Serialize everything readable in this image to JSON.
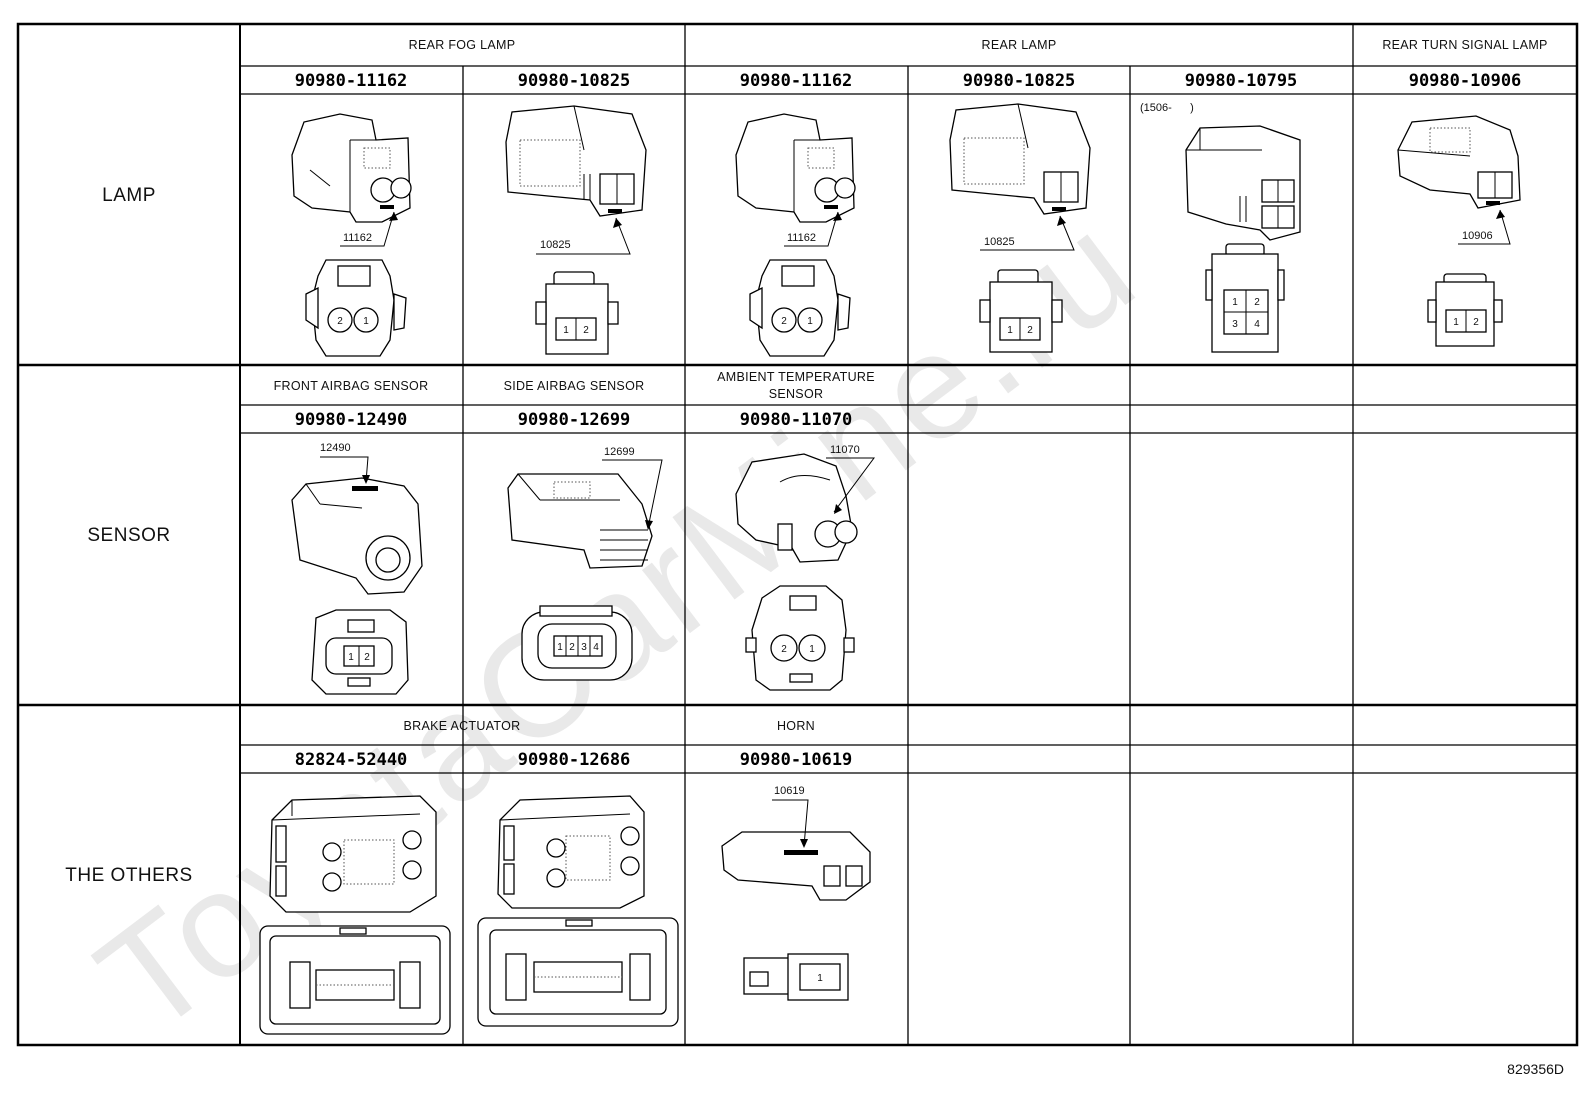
{
  "watermark": "ToyotaCarMine.ru",
  "diagram_id": "829356D",
  "rows": [
    {
      "category": "LAMP",
      "groups": [
        {
          "title": "REAR FOG LAMP"
        },
        {
          "title": "REAR LAMP"
        },
        {
          "title": "REAR TURN SIGNAL LAMP"
        }
      ],
      "connectors": [
        {
          "part_number": "90980-11162",
          "tag": "11162",
          "pins": [
            "2",
            "1"
          ]
        },
        {
          "part_number": "90980-10825",
          "tag": "10825",
          "pins": [
            "1",
            "2"
          ]
        },
        {
          "part_number": "90980-11162",
          "tag": "11162",
          "pins": [
            "2",
            "1"
          ]
        },
        {
          "part_number": "90980-10825",
          "tag": "10825",
          "pins": [
            "1",
            "2"
          ]
        },
        {
          "part_number": "90980-10795",
          "note": "(1506-      )",
          "pins": [
            "1",
            "2",
            "3",
            "4"
          ]
        },
        {
          "part_number": "90980-10906",
          "tag": "10906",
          "pins": [
            "1",
            "2"
          ]
        }
      ]
    },
    {
      "category": "SENSOR",
      "groups": [
        {
          "title": "FRONT AIRBAG SENSOR"
        },
        {
          "title": "SIDE AIRBAG SENSOR"
        },
        {
          "title_lines": [
            "AMBIENT TEMPERATURE",
            "SENSOR"
          ]
        }
      ],
      "connectors": [
        {
          "part_number": "90980-12490",
          "tag": "12490",
          "pins": [
            "1",
            "2"
          ]
        },
        {
          "part_number": "90980-12699",
          "tag": "12699",
          "pins": [
            "1",
            "2",
            "3",
            "4"
          ]
        },
        {
          "part_number": "90980-11070",
          "tag": "11070",
          "pins": [
            "2",
            "1"
          ]
        }
      ]
    },
    {
      "category": "THE OTHERS",
      "groups": [
        {
          "title": "BRAKE ACTUATOR"
        },
        {
          "title": "HORN"
        }
      ],
      "connectors": [
        {
          "part_number": "82824-52440"
        },
        {
          "part_number": "90980-12686"
        },
        {
          "part_number": "90980-10619",
          "tag": "10619",
          "pins": [
            "1"
          ]
        }
      ]
    }
  ]
}
